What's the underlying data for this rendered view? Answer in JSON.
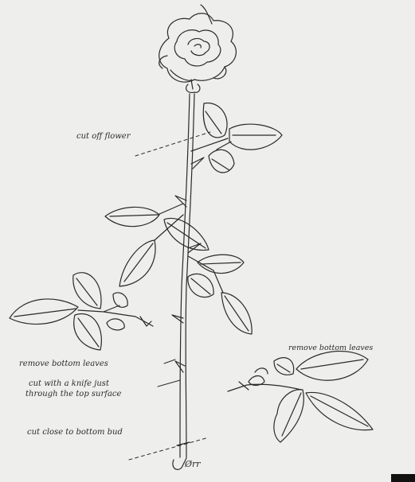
{
  "labels": {
    "cut_off_flower": "cut off flower",
    "remove_bottom_leaves_left": "remove bottom leaves",
    "remove_bottom_leaves_right": "remove bottom leaves",
    "cut_with_knife_line1": "cut with a knife just",
    "cut_with_knife_line2": "through the top surface",
    "cut_close_to_bud": "cut close to bottom bud",
    "signature": "Ørr"
  },
  "colors": {
    "ink": "#2a2a2a",
    "paper": "#eeeeec"
  }
}
